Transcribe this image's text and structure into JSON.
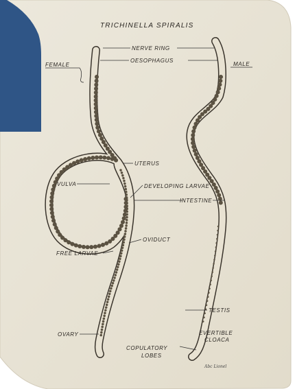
{
  "colors": {
    "paper": "#e9e4d6",
    "paper_edge": "#cfc8b6",
    "accent_panel": "#2f5586",
    "ink": "#2a2622"
  },
  "diagram": {
    "title": "TRICHINELLA SPIRALIS",
    "labels": {
      "female": "FEMALE",
      "male": "MALE",
      "nerve_ring": "NERVE RING",
      "oesophagus": "OESOPHAGUS",
      "uterus": "UTERUS",
      "vulva": "VULVA",
      "developing_larvae": "DEVELOPING LARVAE",
      "intestine": "INTESTINE",
      "oviduct": "OVIDUCT",
      "free_larvae": "FREE LARVAE",
      "testis": "TESTIS",
      "evertible_cloaca_1": "EVERTIBLE",
      "evertible_cloaca_2": "CLOACA",
      "ovary": "OVARY",
      "copulatory_lobes_1": "COPULATORY",
      "copulatory_lobes_2": "LOBES"
    },
    "signature": "Abc Lionel"
  }
}
